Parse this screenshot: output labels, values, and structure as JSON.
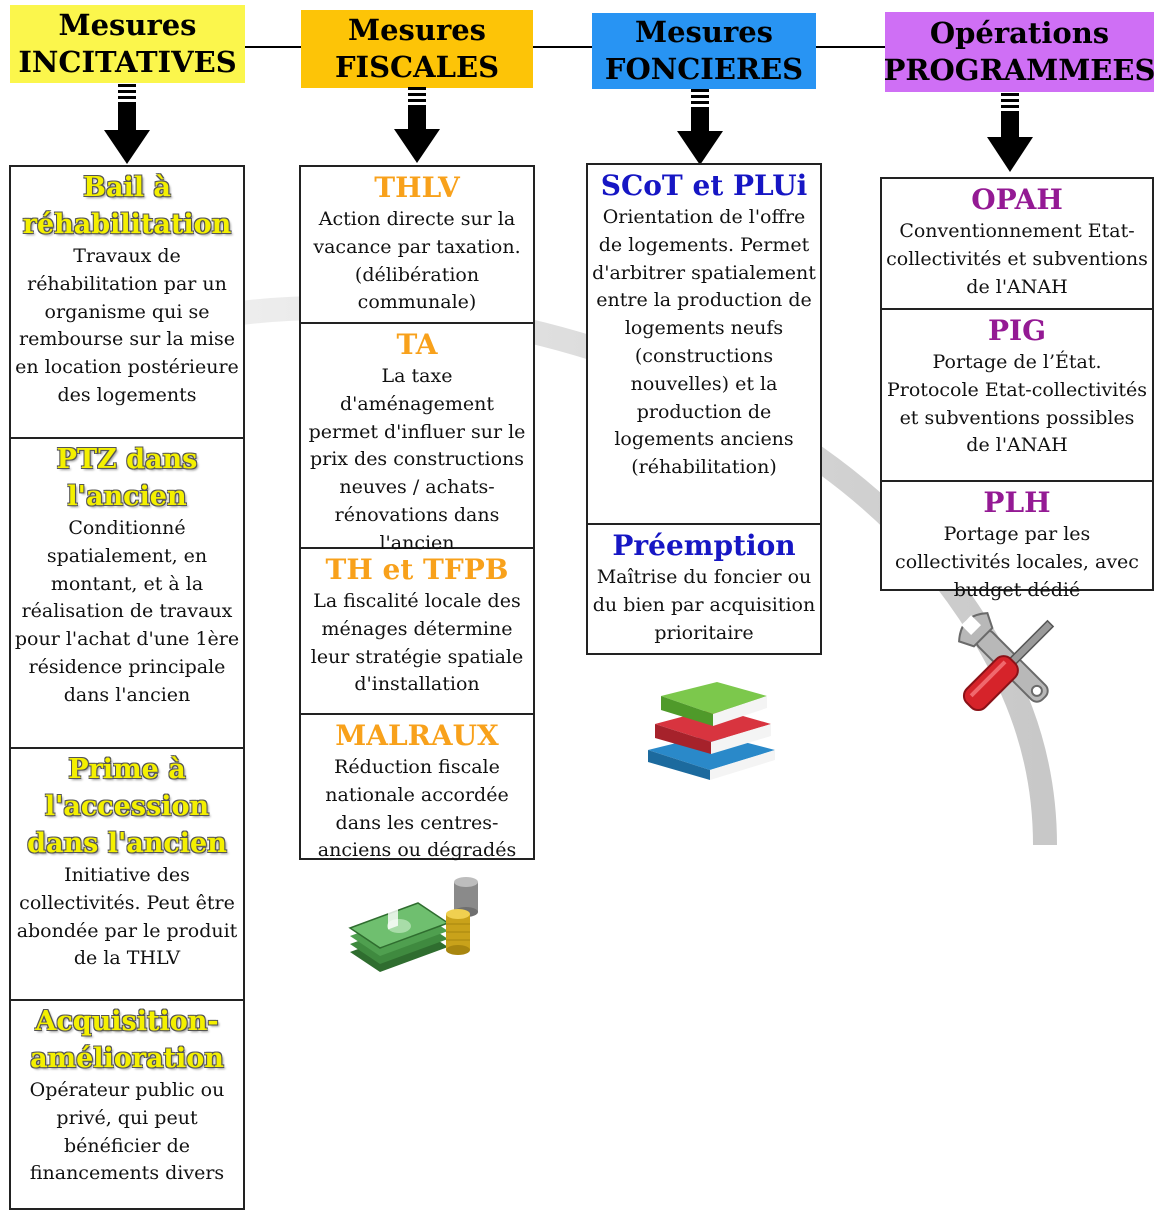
{
  "headers": [
    {
      "line1": "Mesures",
      "line2": "INCITATIVES",
      "color": "#fbf64c"
    },
    {
      "line1": "Mesures",
      "line2": "FISCALES",
      "color": "#fdc407"
    },
    {
      "line1": "Mesures",
      "line2": "FONCIERES",
      "color": "#2894f3"
    },
    {
      "line1": "Opérations",
      "line2": "PROGRAMMEES",
      "color": "#cf6ff5"
    }
  ],
  "incitatives": [
    {
      "title": "Bail à réhabilitation",
      "desc": "Travaux de réhabilitation par un organisme qui se rembourse sur la mise en location postérieure des logements"
    },
    {
      "title": "PTZ dans l'ancien",
      "desc": "Conditionné spatialement, en montant, et à la réalisation de travaux pour l'achat d'une 1ère résidence principale dans l'ancien"
    },
    {
      "title": "Prime à l'accession dans l'ancien",
      "desc": "Initiative des collectivités. Peut être abondée par le produit de la THLV"
    },
    {
      "title": "Acquisition-amélioration",
      "desc": "Opérateur public ou privé, qui peut bénéficier de financements divers"
    }
  ],
  "fiscales": [
    {
      "title": "THLV",
      "desc": "Action directe sur la vacance par taxation. (délibération communale)"
    },
    {
      "title": "TA",
      "desc": "La taxe d'aménagement permet d'influer sur le prix des constructions neuves / achats-rénovations dans l'ancien"
    },
    {
      "title": "TH et TFPB",
      "desc": "La fiscalité locale des ménages détermine leur stratégie spatiale d'installation"
    },
    {
      "title": "MALRAUX",
      "desc": "Réduction fiscale nationale accordée dans les centres-anciens ou dégradés"
    }
  ],
  "foncieres": [
    {
      "title": "SCoT et PLUi",
      "desc": "Orientation de l'offre de logements. Permet d'arbitrer spatialement entre la production de logements neufs (constructions nouvelles) et la production de logements anciens (réhabilitation)"
    },
    {
      "title": "Préemption",
      "desc": "Maîtrise du foncier ou du bien par acquisition prioritaire"
    }
  ],
  "operations": [
    {
      "title": "OPAH",
      "desc": "Conventionnement Etat-collectivités et subventions de l'ANAH"
    },
    {
      "title": "PIG",
      "desc": "Portage de l’État. Protocole Etat-collectivités et subventions possibles de l'ANAH"
    },
    {
      "title": "PLH",
      "desc": "Portage par les collectivités locales, avec budget dédié"
    }
  ],
  "icons": [
    "money-icon",
    "books-icon",
    "tools-icon"
  ]
}
